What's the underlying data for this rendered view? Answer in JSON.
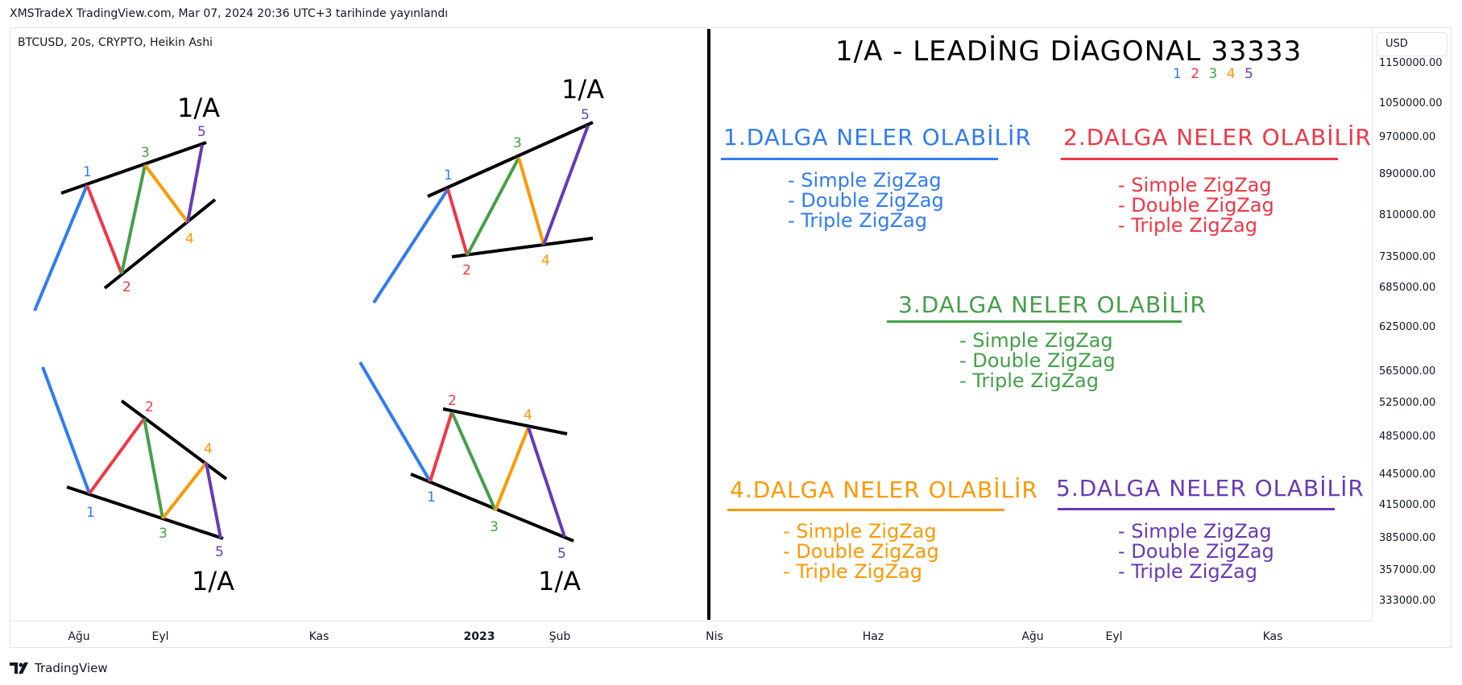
{
  "header": {
    "published": "XMSTradeX TradingView.com, Mar 07, 2024 20:36 UTC+3 tarihinde yayınlandı"
  },
  "chart": {
    "symbol": "BTCUSD, 20s, CRYPTO, Heikin Ashi",
    "currency": "USD",
    "price_ticks": [
      "1150000.00",
      "1050000.00",
      "970000.00",
      "890000.00",
      "810000.00",
      "735000.00",
      "685000.00",
      "625000.00",
      "565000.00",
      "525000.00",
      "485000.00",
      "445000.00",
      "415000.00",
      "385000.00",
      "357000.00",
      "333000.00"
    ],
    "time_ticks": [
      {
        "label": "Ağu",
        "bold": false
      },
      {
        "label": "Eyl",
        "bold": false
      },
      {
        "label": "Kas",
        "bold": false
      },
      {
        "label": "2023",
        "bold": true
      },
      {
        "label": "Şub",
        "bold": false
      },
      {
        "label": "Nis",
        "bold": false
      },
      {
        "label": "Haz",
        "bold": false
      },
      {
        "label": "Ağu",
        "bold": false
      },
      {
        "label": "Eyl",
        "bold": false
      },
      {
        "label": "Kas",
        "bold": false
      }
    ]
  },
  "colors": {
    "w1": "#2f7cf6",
    "w2": "#f23645",
    "w3": "#43a047",
    "w4": "#ff9800",
    "w5": "#673ab7",
    "line": "#000000"
  },
  "diagram": {
    "top_left_label": "1/A",
    "top_right_label": "1/A",
    "bottom_left_label": "1/A",
    "bottom_right_label": "1/A",
    "n1": "1",
    "n2": "2",
    "n3": "3",
    "n4": "4",
    "n5": "5"
  },
  "title": {
    "text": "1/A - LEADİNG DİAGONAL  33333",
    "legend": [
      "1",
      "2",
      "3",
      "4",
      "5"
    ]
  },
  "waves": [
    {
      "heading": "1.DALGA NELER OLABİLİR",
      "items": [
        "- Simple ZigZag",
        "- Double ZigZag",
        "- Triple ZigZag"
      ]
    },
    {
      "heading": "2.DALGA NELER OLABİLİR",
      "items": [
        "- Simple ZigZag",
        "- Double ZigZag",
        "- Triple ZigZag"
      ]
    },
    {
      "heading": "3.DALGA NELER OLABİLİR",
      "items": [
        "- Simple ZigZag",
        "- Double ZigZag",
        "- Triple ZigZag"
      ]
    },
    {
      "heading": "4.DALGA NELER OLABİLİR",
      "items": [
        "- Simple ZigZag",
        "- Double ZigZag",
        "- Triple ZigZag"
      ]
    },
    {
      "heading": "5.DALGA NELER OLABİLİR",
      "items": [
        "- Simple ZigZag",
        "- Double ZigZag",
        "- Triple ZigZag"
      ]
    }
  ],
  "footer": {
    "brand": "TradingView"
  }
}
